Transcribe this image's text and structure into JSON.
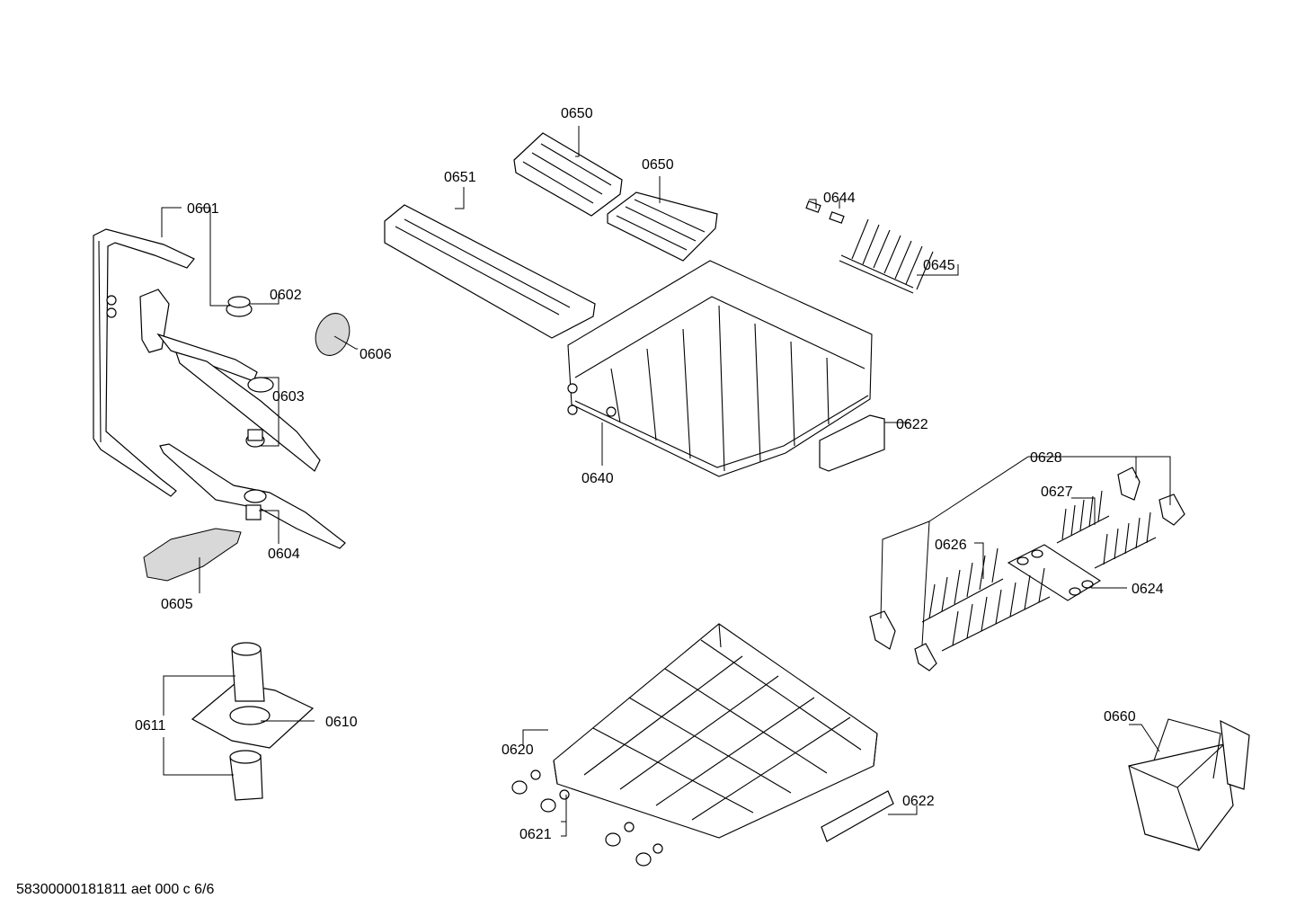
{
  "document_id": "58300000181811 aet 000 c 6/6",
  "labels": {
    "l0601": "0601",
    "l0602": "0602",
    "l0603": "0603",
    "l0604": "0604",
    "l0605": "0605",
    "l0606": "0606",
    "l0610": "0610",
    "l0611": "0611",
    "l0620": "0620",
    "l0621": "0621",
    "l0622a": "0622",
    "l0622b": "0622",
    "l0624": "0624",
    "l0626": "0626",
    "l0627": "0627",
    "l0628": "0628",
    "l0640": "0640",
    "l0644": "0644",
    "l0645": "0645",
    "l0650a": "0650",
    "l0650b": "0650",
    "l0651": "0651",
    "l0660": "0660"
  }
}
